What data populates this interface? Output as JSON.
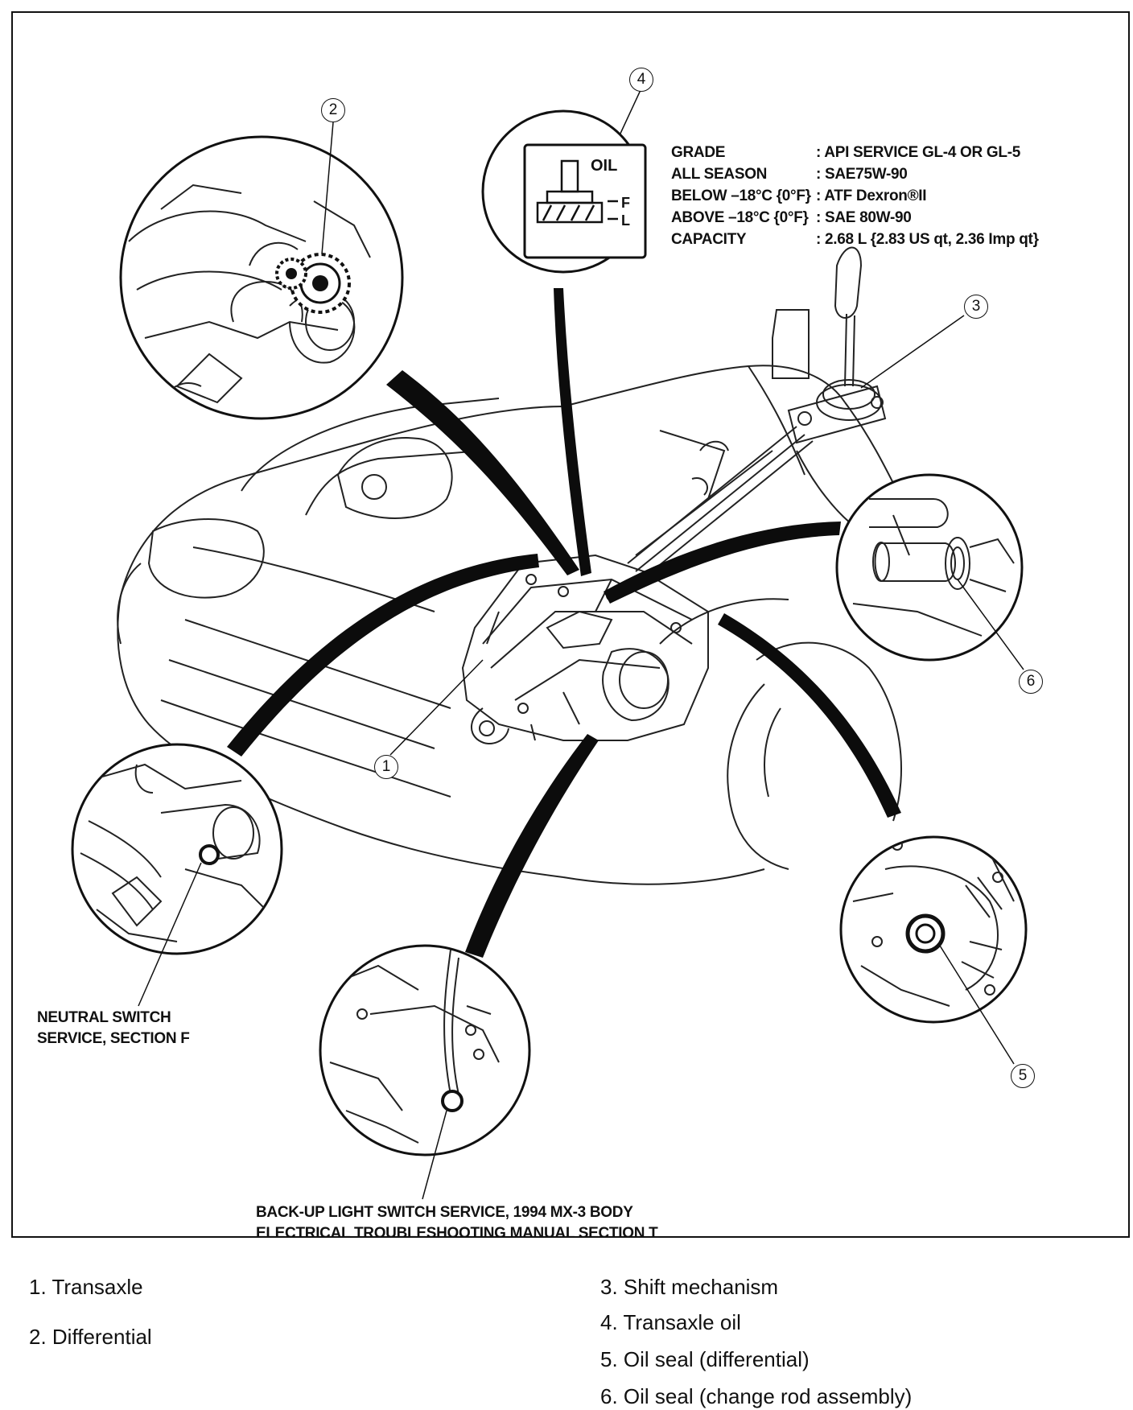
{
  "oil_panel": {
    "icon_text": "OIL",
    "level_marks": [
      "F",
      "L"
    ],
    "specs": [
      {
        "label": "GRADE",
        "value": ": API SERVICE GL-4 OR GL-5"
      },
      {
        "label": "ALL SEASON",
        "value": ": SAE75W-90"
      },
      {
        "label": "BELOW –18°C {0°F}",
        "value": ": ATF Dexron®II"
      },
      {
        "label": "ABOVE –18°C {0°F}",
        "value": ": SAE 80W-90"
      },
      {
        "label": "CAPACITY",
        "value": ": 2.68 L {2.83 US qt, 2.36 Imp qt}"
      }
    ]
  },
  "callouts": {
    "neutral_switch": [
      "NEUTRAL SWITCH",
      "SERVICE, SECTION F"
    ],
    "backup_light": [
      "BACK-UP LIGHT SWITCH SERVICE, 1994 MX-3 BODY",
      "ELECTRICAL TROUBLESHOOTING MANUAL SECTION T"
    ]
  },
  "markers": [
    "1",
    "2",
    "3",
    "4",
    "5",
    "6"
  ],
  "legend": {
    "left": [
      "1. Transaxle",
      "2. Differential"
    ],
    "right": [
      "3. Shift mechanism",
      "4. Transaxle oil",
      "5. Oil seal (differential)",
      "6. Oil seal (change rod assembly)"
    ]
  }
}
